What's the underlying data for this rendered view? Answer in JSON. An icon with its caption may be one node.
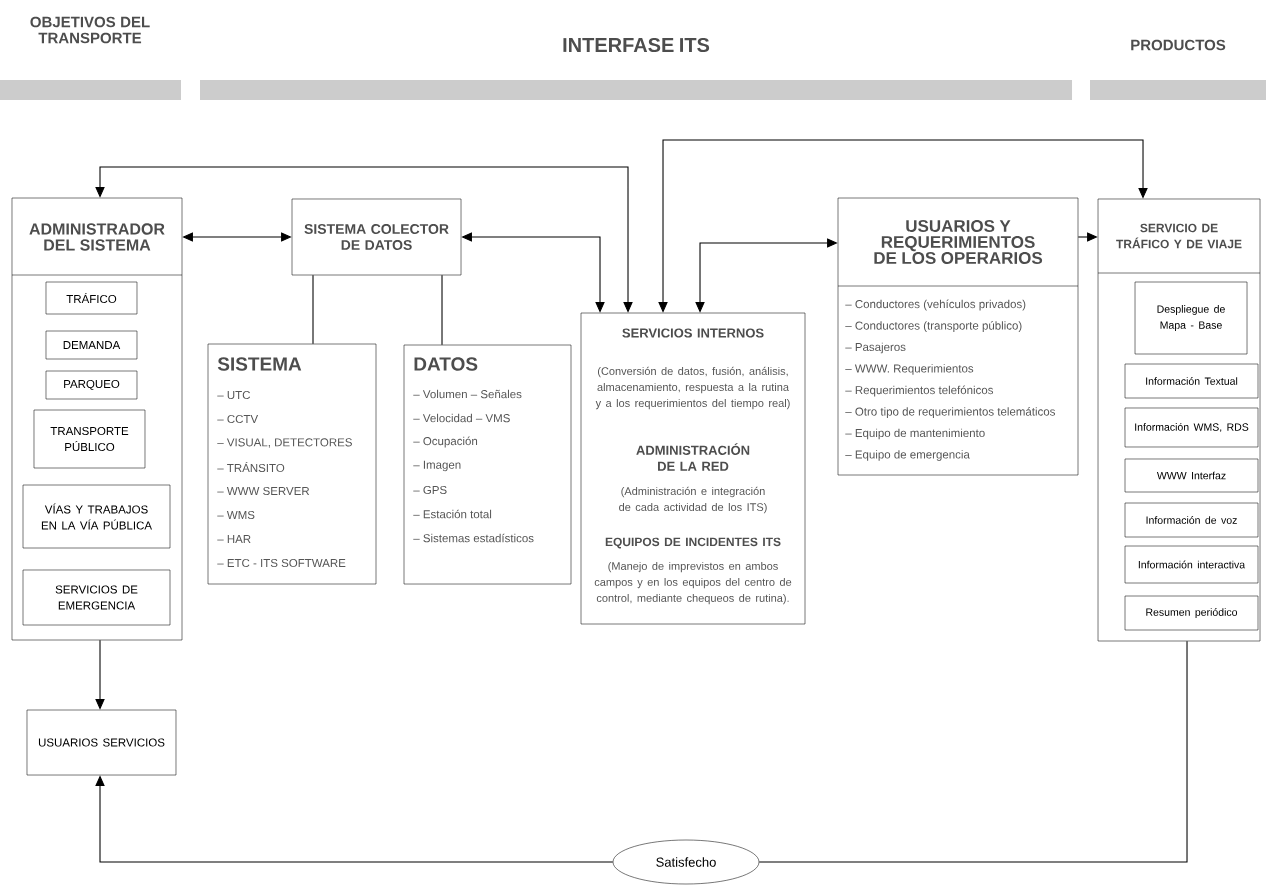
{
  "diagram": {
    "nodes": [
      {
        "text": [
          "OBJETIVOS DEL TRANSPORTE"
        ]
      },
      {
        "text": [
          "INTERFASE ITS"
        ]
      },
      {
        "text": [
          "PRODUCTOS"
        ]
      },
      {
        "text": [
          "ADMINISTRADOR DEL SISTEMA"
        ]
      },
      {
        "text": [
          "TRÁFICO"
        ],
        "in": 3
      },
      {
        "text": [
          "DEMANDA"
        ],
        "in": 3
      },
      {
        "text": [
          "PARQUEO"
        ],
        "in": 3
      },
      {
        "text": [
          "TRANSPORTE PÚBLICO"
        ],
        "in": 3
      },
      {
        "text": [
          "VÍAS Y TRABAJOS EN LA VÍA PÚBLICA"
        ],
        "in": 3
      },
      {
        "text": [
          "SERVICIOS DE EMERGENCIA"
        ],
        "in": 3
      },
      {
        "text": [
          "SISTEMA COLECTOR DE DATOS"
        ]
      },
      {
        "text": [
          "SISTEMA",
          "– UTC",
          "– CCTV",
          "– VISUAL, DETECTORES",
          "– TRÁNSITO",
          "– WWW SERVER",
          "– WMS",
          "– HAR",
          "– ETC - ITS SOFTWARE"
        ]
      },
      {
        "text": [
          "DATOS",
          "– Volumen – Señales",
          "– Velocidad – VMS",
          "– Ocupación",
          "– Imagen",
          "– GPS",
          "– Estación total",
          "– Sistemas estadísticos"
        ]
      },
      {
        "text": [
          "SERVICIOS INTERNOS",
          "(Conversión de datos, fusión, análisis, almacenamiento, respuesta a la rutina y a los requerimientos del tiempo real)",
          "ADMINISTRACIÓN DE LA RED",
          "(Administración e integración de cada actividad de los ITS)",
          "EQUIPOS DE INCIDENTES ITS",
          "(Manejo de imprevistos en ambos campos y en los equipos del centro de control, mediante chequeos de rutina)."
        ]
      },
      {
        "text": [
          "USUARIOS Y REQUERIMIENTOS DE LOS OPERARIOS",
          "– Conductores (vehículos privados)",
          "– Conductores (transporte público)",
          "– Pasajeros",
          "– WWW. Requerimientos",
          "– Requerimientos telefónicos",
          "– Otro tipo de requerimientos telemáticos",
          "– Equipo de mantenimiento",
          "– Equipo de emergencia"
        ]
      },
      {
        "text": [
          "SERVICIO DE TRÁFICO Y DE VIAJE"
        ]
      },
      {
        "text": [
          "Despliegue de Mapa - Base"
        ],
        "in": 15
      },
      {
        "text": [
          "Información Textual"
        ],
        "in": 15
      },
      {
        "text": [
          "Información WMS, RDS"
        ],
        "in": 15
      },
      {
        "text": [
          "WWW Interfaz"
        ],
        "in": 15
      },
      {
        "text": [
          "Información de voz"
        ],
        "in": 15
      },
      {
        "text": [
          "Información interactiva"
        ],
        "in": 15
      },
      {
        "text": [
          "Resumen periódico"
        ],
        "in": 15
      },
      {
        "text": [
          "USUARIOS SERVICIOS"
        ]
      },
      {
        "text": [
          "Satisfecho"
        ]
      }
    ],
    "edges": [
      {
        "from": 3,
        "to": 13,
        "arrow": "both"
      },
      {
        "from": 3,
        "to": 10,
        "arrow": "both"
      },
      {
        "from": 10,
        "to": 13,
        "arrow": "both"
      },
      {
        "from": 15,
        "to": 13,
        "arrow": "both"
      },
      {
        "from": 13,
        "to": 14,
        "arrow": "both"
      },
      {
        "from": 14,
        "to": 15,
        "arrow": "to"
      },
      {
        "from": 10,
        "to": 11,
        "arrow": "none"
      },
      {
        "from": 10,
        "to": 12,
        "arrow": "none"
      },
      {
        "from": 3,
        "to": 23,
        "arrow": "to"
      },
      {
        "from": 15,
        "to": 24,
        "arrow": "none"
      },
      {
        "from": 24,
        "to": 23,
        "arrow": "to"
      }
    ]
  }
}
